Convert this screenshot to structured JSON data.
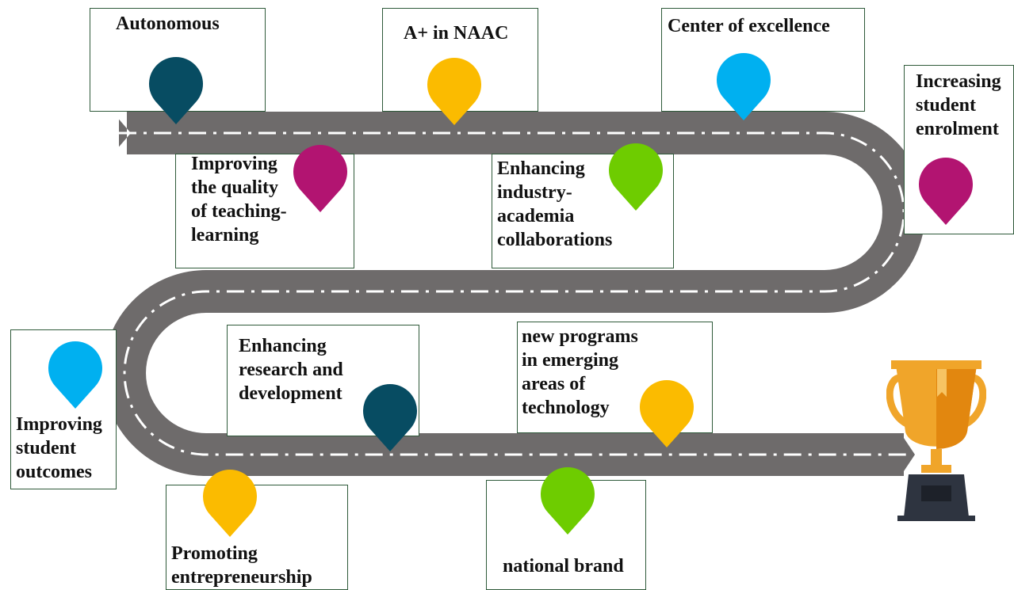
{
  "milestones": [
    {
      "id": "autonomous",
      "text": "Autonomous",
      "pin_color": "#074c62"
    },
    {
      "id": "naac",
      "text": "A+ in NAAC",
      "pin_color": "#fbbb00"
    },
    {
      "id": "excellence",
      "text": "Center of excellence",
      "pin_color": "#00b0f0"
    },
    {
      "id": "enrolment",
      "text": "Increasing\nstudent\nenrolment",
      "pin_color": "#b21471"
    },
    {
      "id": "teaching",
      "text": "Improving\nthe quality\nof teaching-\nlearning",
      "pin_color": "#b21471"
    },
    {
      "id": "industry",
      "text": "Enhancing\nindustry-\nacademia\ncollaborations",
      "pin_color": "#6ecc00"
    },
    {
      "id": "outcomes",
      "text": "Improving\nstudent\noutcomes",
      "pin_color": "#00b0f0"
    },
    {
      "id": "research",
      "text": "Enhancing\nresearch and\ndevelopment",
      "pin_color": "#074c62"
    },
    {
      "id": "programs",
      "text": "new programs\nin emerging\nareas of\ntechnology",
      "pin_color": "#fbbb00"
    },
    {
      "id": "entrepreneurship",
      "text": "Promoting\nentrepreneurship",
      "pin_color": "#fbbb00"
    },
    {
      "id": "brand",
      "text": "national brand",
      "pin_color": "#6ecc00"
    }
  ],
  "colors": {
    "road": "#6e6b6b",
    "road_marking": "#ffffff",
    "box_border": "#2f5a3a",
    "trophy_gold": "#f0a52a",
    "trophy_dark": "#e2870f",
    "trophy_base": "#2e3440"
  },
  "icons": {
    "pin": "map-pin-icon",
    "trophy": "trophy-icon"
  }
}
